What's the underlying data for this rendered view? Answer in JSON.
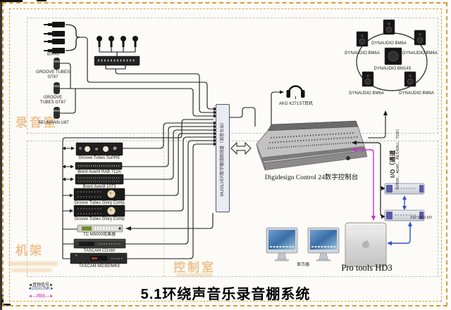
{
  "title": "5.1环绕声音乐录音棚系统",
  "rooms": {
    "recording_label": "录音室",
    "rack_label": "机架",
    "control_label": "控制室"
  },
  "mic_area": {
    "cable_label": "话筒线",
    "mic1_line1": "GROOVE TUBES",
    "mic1_line2": "GT67",
    "mic2_line1": "GROOVE",
    "mic2_line2": "TUBES GT67",
    "mic3": "NEUMANN U87"
  },
  "patchbay_label": "MUSILVER数字棚规跳线盘（调音台出）",
  "console_label": "Digidesign  Control 24数字控制台",
  "headphones_label": "AKG K271ST耳机",
  "monitor_ring": {
    "top": "DYNAUDIO BM6A",
    "left": "DYNAUDIO BM6A",
    "right": "DYNAUDIO BM6A",
    "sub": "DYNAUDIO BM14S",
    "rear_left": "DYNAUDIO BM6A",
    "rear_right": "DYNAUDIO BM6A"
  },
  "io_area": {
    "io_title": "I/O（通道",
    "io_sub": "S/PDIF、ADAT、AES/EBU、TDIF）",
    "unit_label": "192 DIGI I/O"
  },
  "computer_label": "Pro tools HD3",
  "display_label": "显示器",
  "rack_units": [
    "Groove Tubes SuPRE",
    "Brent Averill RAB 712A",
    "Brent Averill 1073",
    "Groove Tubes Glory Comp",
    "Groove Tubes Glory Comp",
    "TC M5000效果器",
    "TASCAM CD160",
    "TASCAM MD350MKII"
  ],
  "legend": {
    "audio": "◄音频信号►",
    "digilink": "◄DIGILINK►",
    "network": "◄—网线—►"
  },
  "colors": {
    "accent_gold": "#d4a348",
    "magenta": "#cc2fcc",
    "blue": "#3050c8",
    "screen_blue": "#3a6ea5"
  }
}
